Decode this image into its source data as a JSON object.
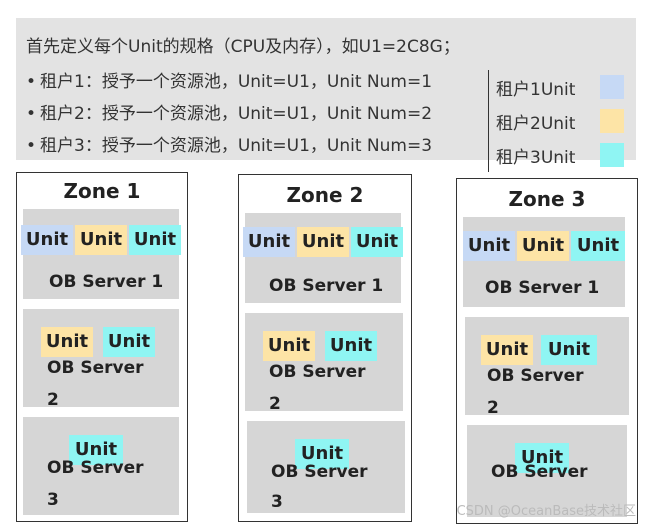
{
  "spec": {
    "headline": "首先定义每个Unit的规格（CPU及内存），如U1=2C8G；",
    "bullet_symbol": "•",
    "bullets": [
      "租户1：授予一个资源池，Unit=U1，Unit Num=1",
      "租户2：授予一个资源池，Unit=U1，Unit Num=2",
      "租户3：授予一个资源池，Unit=U1，Unit Num=3"
    ]
  },
  "legend": [
    {
      "label": "租户1Unit",
      "color": "#c6d9f5"
    },
    {
      "label": "租户2Unit",
      "color": "#fde4a6"
    },
    {
      "label": "租户3Unit",
      "color": "#8ff5f3"
    }
  ],
  "unit_label": "Unit",
  "zones": [
    {
      "title": "Zone 1",
      "servers": [
        {
          "label_line1": "OB Server 1",
          "label_line2": ""
        },
        {
          "label_line1": "OB Server",
          "label_line2": "2"
        },
        {
          "label_line1": "OB Server",
          "label_line2": "3"
        }
      ]
    },
    {
      "title": "Zone 2",
      "servers": [
        {
          "label_line1": "OB Server 1",
          "label_line2": ""
        },
        {
          "label_line1": "OB Server",
          "label_line2": "2"
        },
        {
          "label_line1": "OB Server",
          "label_line2": "3"
        }
      ]
    },
    {
      "title": "Zone 3",
      "servers": [
        {
          "label_line1": "OB Server 1",
          "label_line2": ""
        },
        {
          "label_line1": "OB Server",
          "label_line2": "2"
        },
        {
          "label_line1": "OB Server",
          "label_line2": "3"
        }
      ]
    }
  ],
  "watermark": "CSDN @OceanBase技术社区"
}
